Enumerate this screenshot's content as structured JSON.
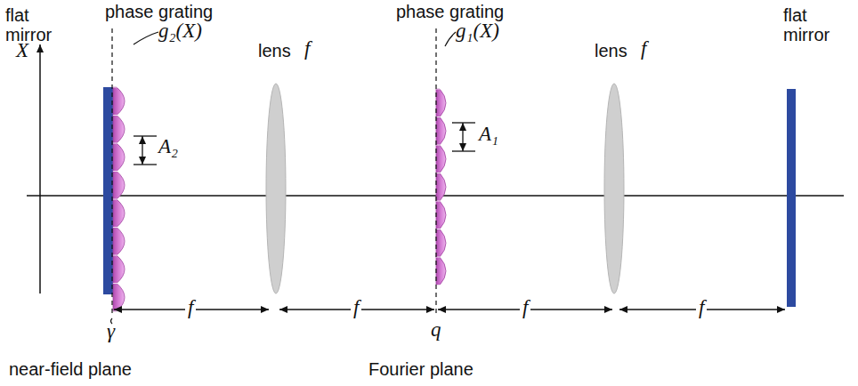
{
  "diagram": {
    "labels": [
      "flat mirror",
      "phase grating",
      "g₂(X)",
      "X",
      "A₂",
      "lens",
      "f",
      "phase grating",
      "g₁(X)",
      "A₁",
      "lens",
      "f",
      "flat mirror",
      "f",
      "f",
      "f",
      "f",
      "γ",
      "q",
      "near-field plane",
      "Fourier plane"
    ]
  }
}
